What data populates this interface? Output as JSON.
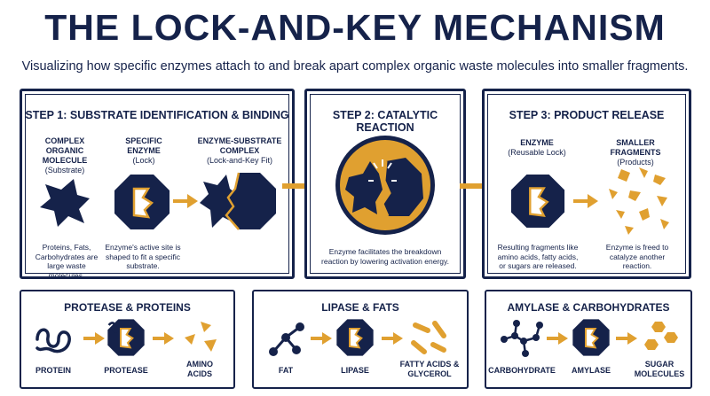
{
  "title": "THE LOCK-AND-KEY MECHANISM",
  "subtitle": "Visualizing how specific enzymes attach to and break apart complex organic waste molecules into smaller fragments.",
  "colors": {
    "navy": "#15224a",
    "gold": "#e0a030"
  },
  "steps": [
    {
      "title": "STEP 1: SUBSTRATE IDENTIFICATION & BINDING",
      "molecule_label": "COMPLEX ORGANIC MOLECULE",
      "molecule_sub": "(Substrate)",
      "enzyme_label": "SPECIFIC ENZYME",
      "enzyme_sub": "(Lock)",
      "complex_label": "ENZYME-SUBSTRATE COMPLEX",
      "complex_sub": "(Lock-and-Key Fit)",
      "molecule_desc": "Proteins, Fats, Carbohydrates are large waste molecules.",
      "enzyme_desc": "Enzyme's active site is shaped to fit a specific substrate."
    },
    {
      "title": "STEP 2: CATALYTIC REACTION",
      "desc": "Enzyme facilitates the breakdown reaction by lowering activation energy."
    },
    {
      "title": "STEP 3: PRODUCT RELEASE",
      "enzyme_label": "ENZYME",
      "enzyme_sub": "(Reusable Lock)",
      "fragments_label": "SMALLER FRAGMENTS",
      "fragments_sub": "(Products)",
      "fragments_desc": "Resulting fragments like amino acids, fatty acids, or sugars are released.",
      "enzyme_desc": "Enzyme is freed to catalyze another reaction."
    }
  ],
  "examples": [
    {
      "title": "PROTEASE & PROTEINS",
      "labels": [
        "PROTEIN",
        "PROTEASE",
        "AMINO ACIDS"
      ]
    },
    {
      "title": "LIPASE & FATS",
      "labels": [
        "FAT",
        "LIPASE",
        "FATTY ACIDS & GLYCEROL"
      ]
    },
    {
      "title": "AMYLASE & CARBOHYDRATES",
      "labels": [
        "CARBOHYDRATE",
        "AMYLASE",
        "SUGAR MOLECULES"
      ]
    }
  ]
}
